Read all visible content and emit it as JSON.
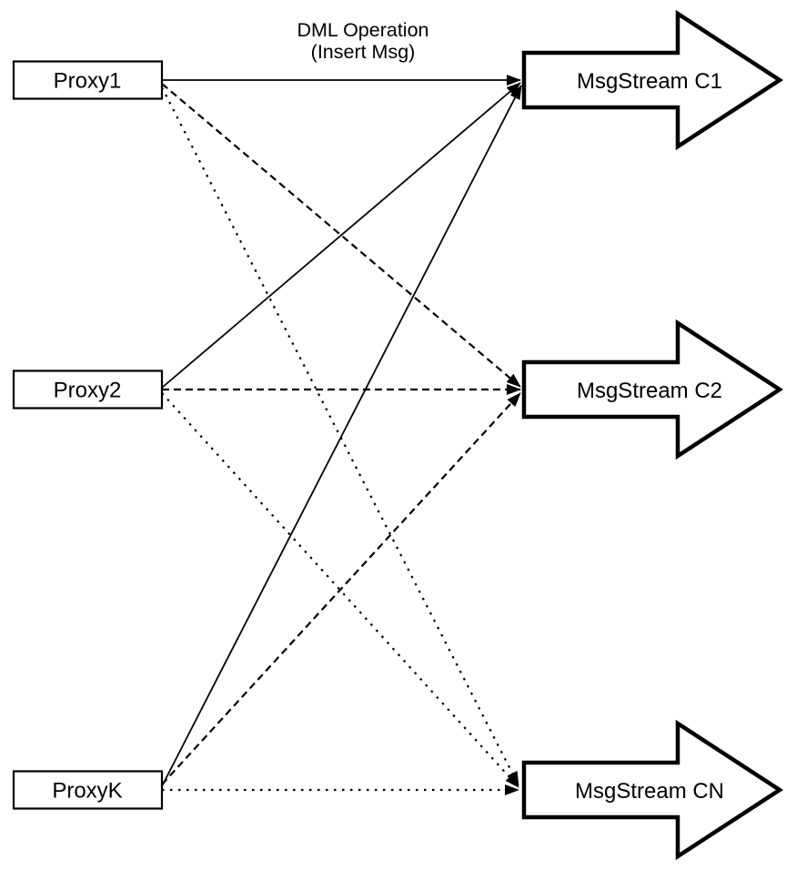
{
  "diagram": {
    "title_line1": "DML Operation",
    "title_line2": "(Insert Msg)",
    "background_color": "#ffffff",
    "ink_color": "#000000"
  },
  "proxies": [
    {
      "id": "proxy1",
      "label": "Proxy1"
    },
    {
      "id": "proxy2",
      "label": "Proxy2"
    },
    {
      "id": "proxyk",
      "label": "ProxyK"
    }
  ],
  "streams": [
    {
      "id": "c1",
      "label": "MsgStream C1",
      "incoming_line_style": "solid"
    },
    {
      "id": "c2",
      "label": "MsgStream C2",
      "incoming_line_style": "dashed"
    },
    {
      "id": "cn",
      "label": "MsgStream CN",
      "incoming_line_style": "dotted"
    }
  ],
  "connections": [
    {
      "from": "Proxy1",
      "to": "MsgStream C1",
      "style": "solid"
    },
    {
      "from": "Proxy1",
      "to": "MsgStream C2",
      "style": "dashed"
    },
    {
      "from": "Proxy1",
      "to": "MsgStream CN",
      "style": "dotted"
    },
    {
      "from": "Proxy2",
      "to": "MsgStream C1",
      "style": "solid"
    },
    {
      "from": "Proxy2",
      "to": "MsgStream C2",
      "style": "dashed"
    },
    {
      "from": "Proxy2",
      "to": "MsgStream CN",
      "style": "dotted"
    },
    {
      "from": "ProxyK",
      "to": "MsgStream C1",
      "style": "solid"
    },
    {
      "from": "ProxyK",
      "to": "MsgStream C2",
      "style": "dashed"
    },
    {
      "from": "ProxyK",
      "to": "MsgStream CN",
      "style": "dotted"
    }
  ]
}
